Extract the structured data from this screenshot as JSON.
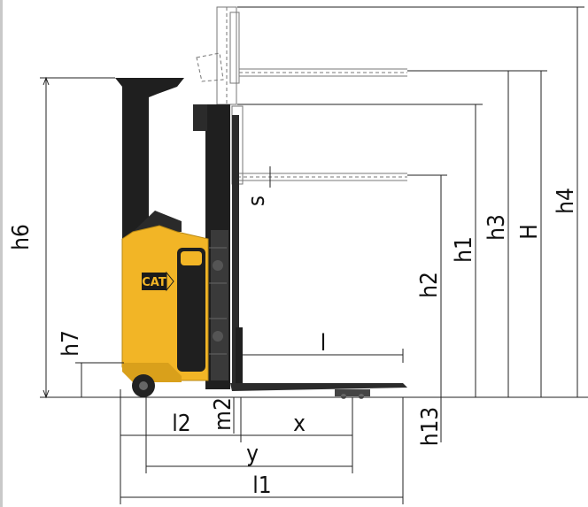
{
  "diagram": {
    "brand_logo": "CAT",
    "labels": {
      "h6": "h6",
      "h7": "h7",
      "s": "s",
      "h2": "h2",
      "h1": "h1",
      "h3": "h3",
      "H": "H",
      "h4": "h4",
      "l": "l",
      "m2": "m2",
      "l2": "l2",
      "x": "x",
      "h13": "h13",
      "y": "y",
      "l1": "l1"
    },
    "colors": {
      "body_yellow": "#f2b526",
      "body_yellow_dark": "#d9a01b",
      "mast_black": "#1f1f1f",
      "frame_gray": "#3a3a3a",
      "dim_line": "#222222"
    }
  }
}
